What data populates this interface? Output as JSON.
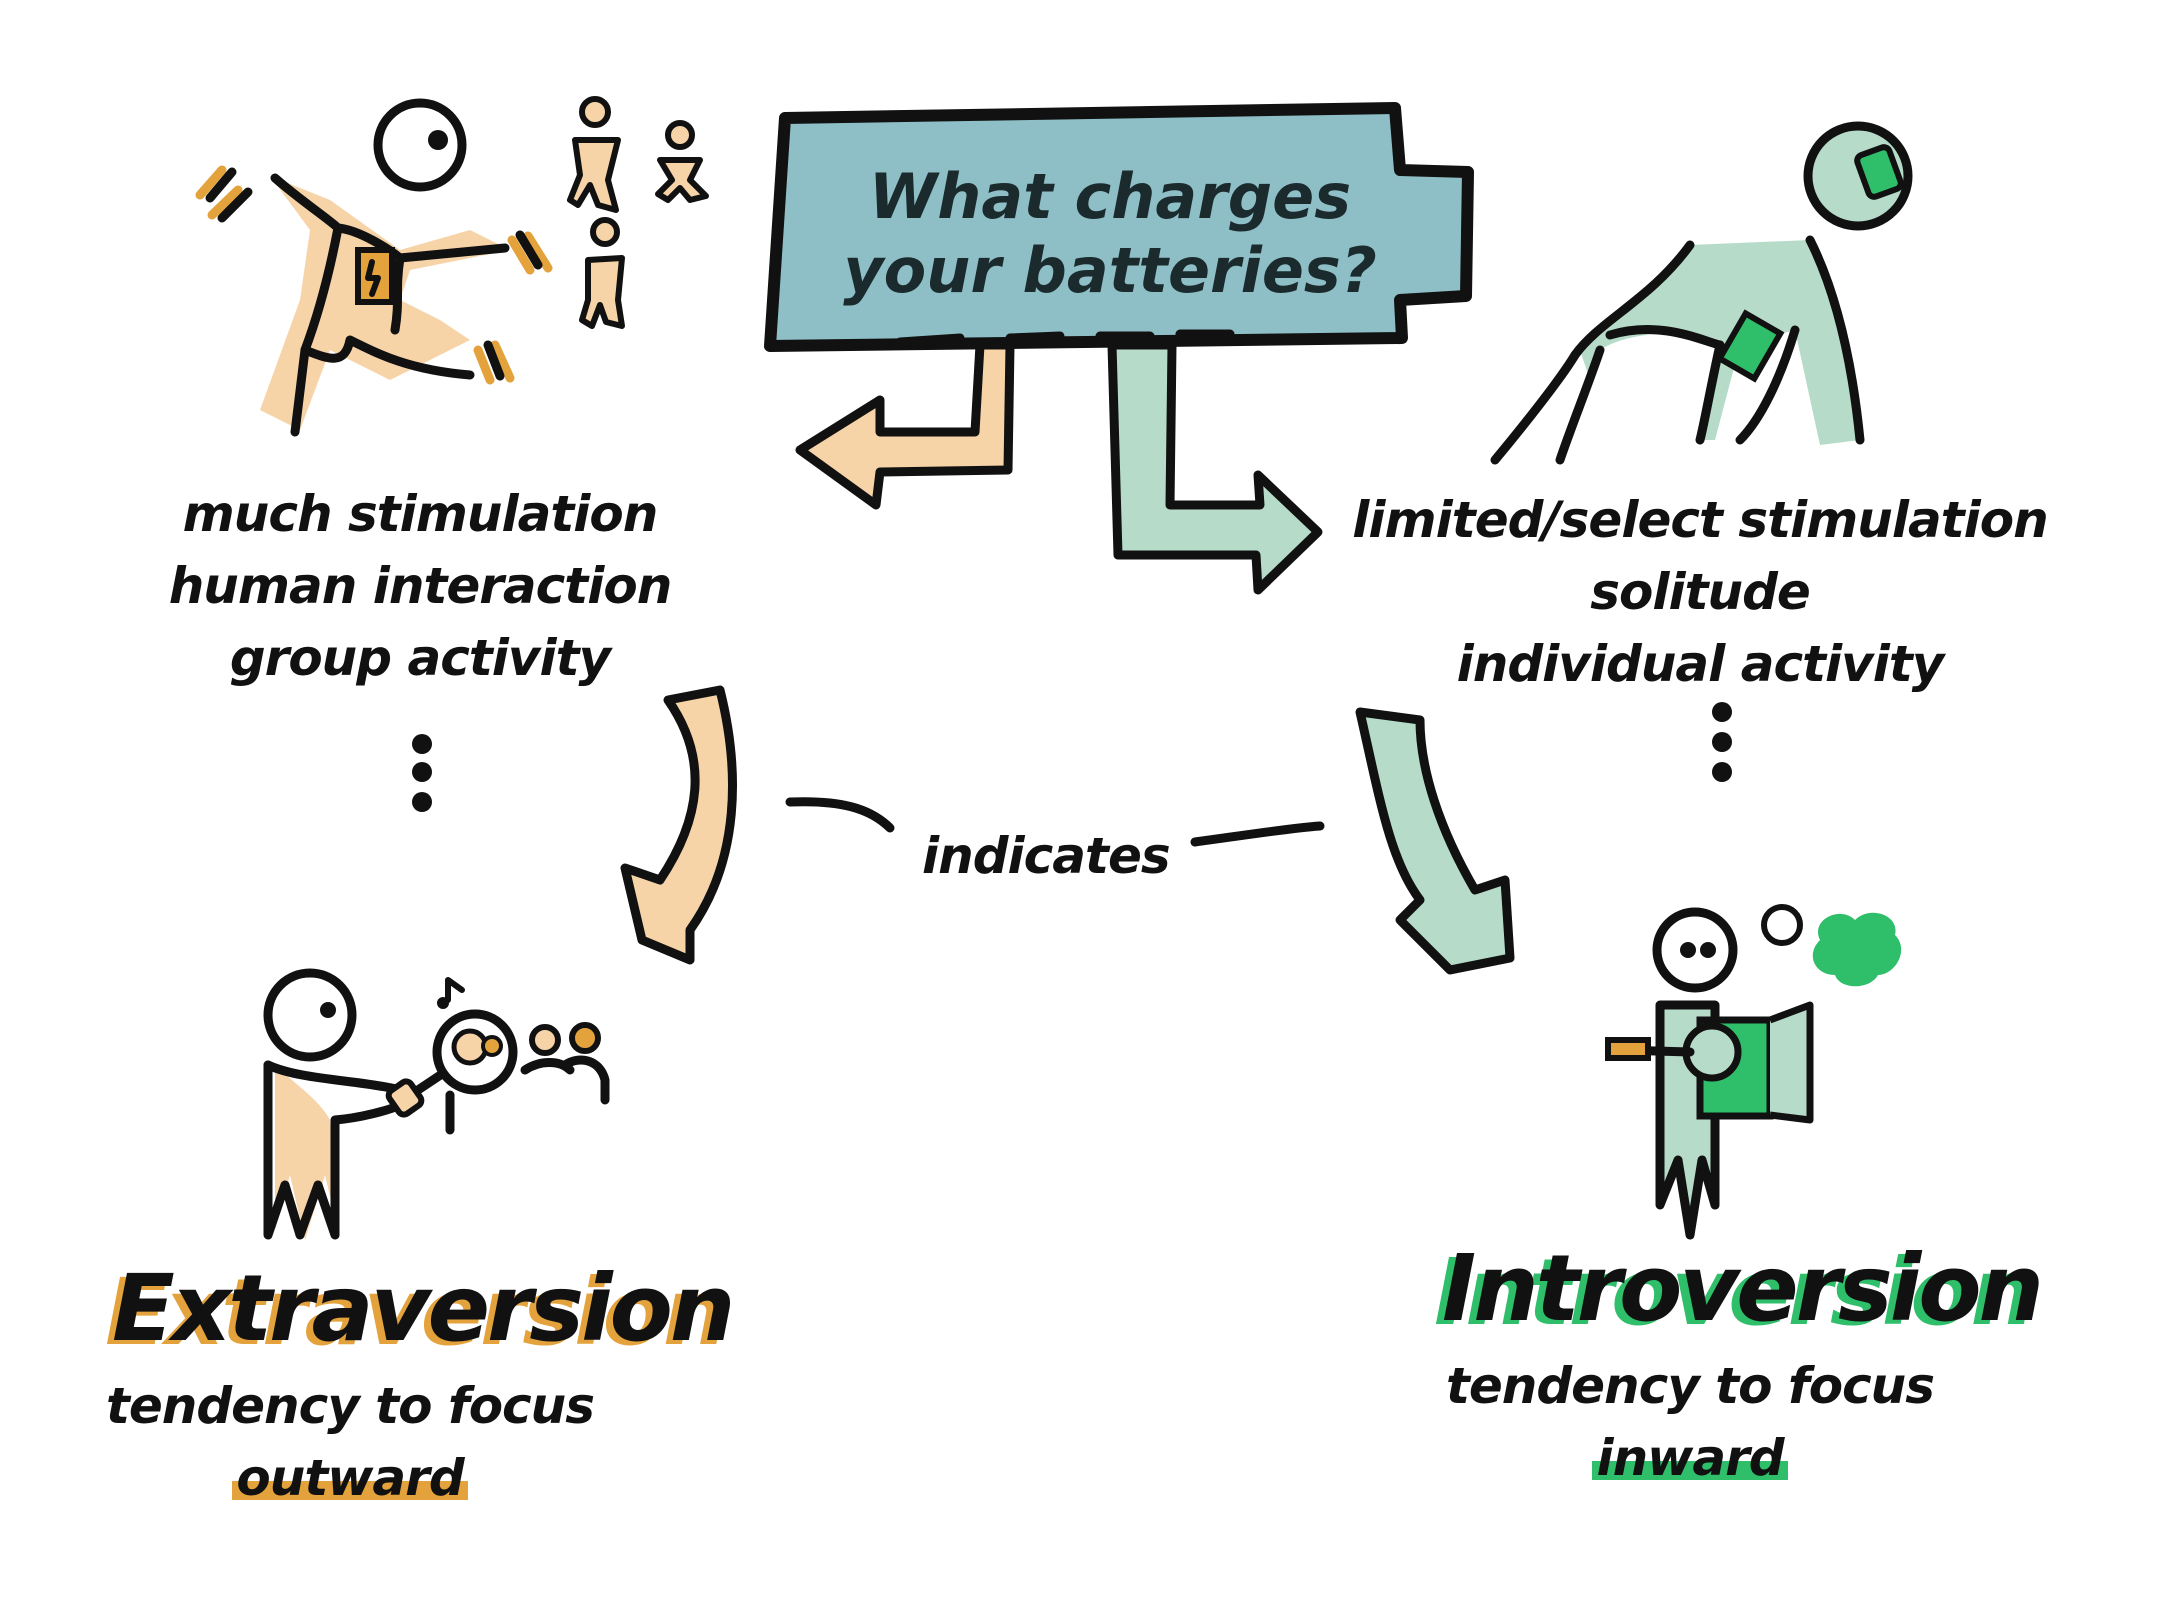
{
  "title": {
    "line1": "What charges",
    "line2": "your batteries?"
  },
  "extravert_side": {
    "lines": [
      "much stimulation",
      "human interaction",
      "group activity"
    ],
    "heading": "Extraversion",
    "desc_line1": "tendency to focus",
    "desc_line2": "outward"
  },
  "introvert_side": {
    "lines": [
      "limited/select stimulation",
      "solitude",
      "individual activity"
    ],
    "heading": "Introversion",
    "desc_line1": "tendency to focus",
    "desc_line2": "inward"
  },
  "connector": {
    "label": "indicates"
  },
  "colors": {
    "battery_fill": "#8ebfc7",
    "orange_fill": "#f7d3a8",
    "orange_accent": "#e3a23b",
    "green_fill": "#b6dcc9",
    "green_accent": "#2fbf6a",
    "ink": "#111111"
  }
}
